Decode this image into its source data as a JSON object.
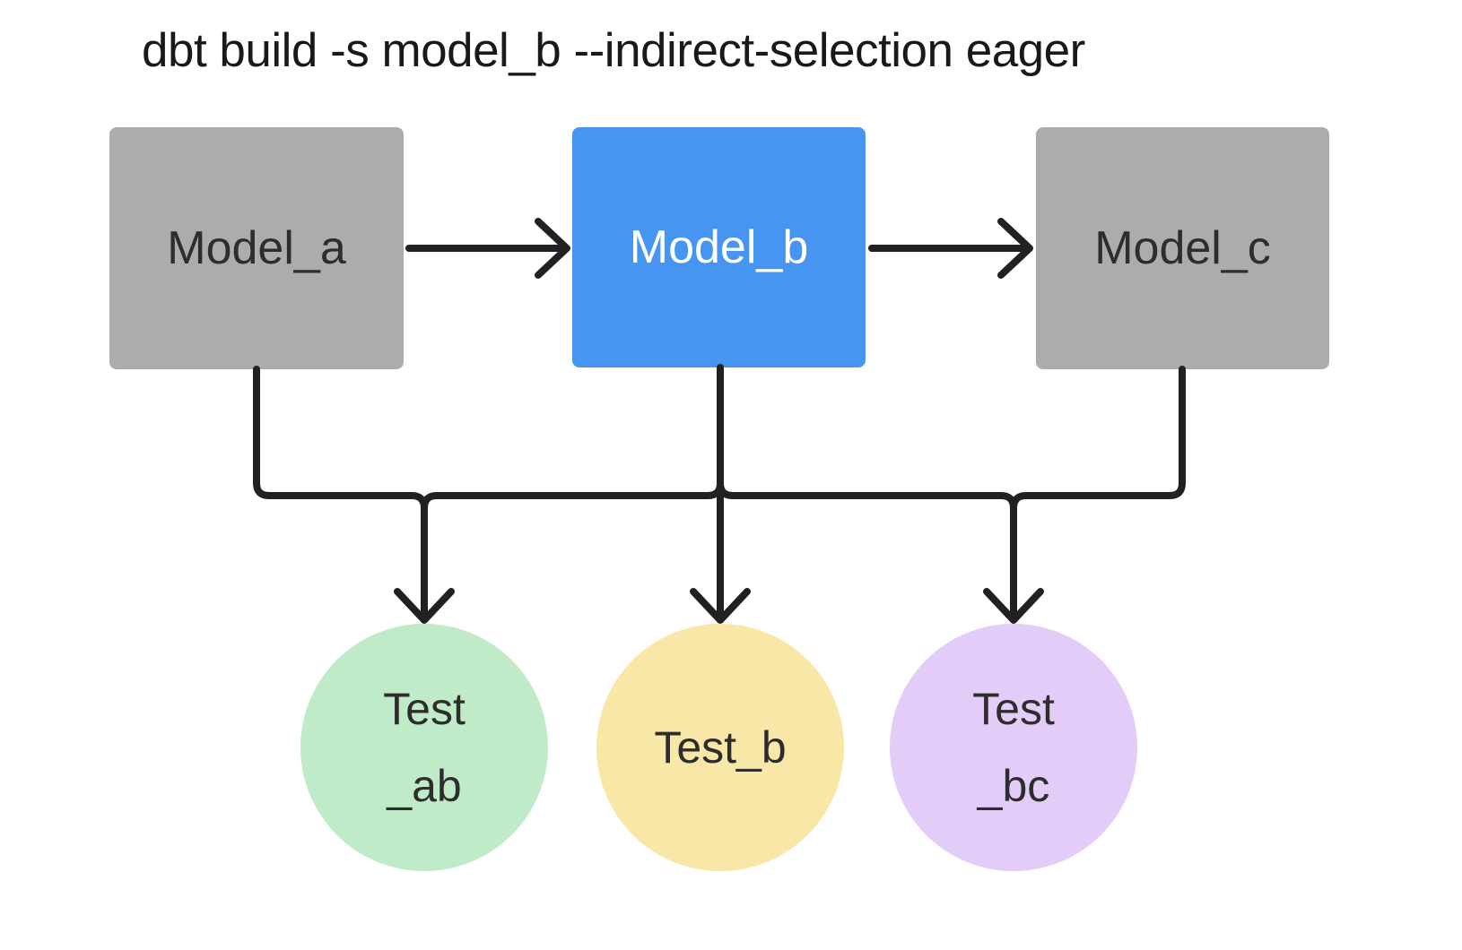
{
  "title": "dbt build -s model_b --indirect-selection eager",
  "nodes": {
    "model_a": {
      "label": "Model_a",
      "type": "model",
      "state": "indirectly-selected"
    },
    "model_b": {
      "label": "Model_b",
      "type": "model",
      "state": "selected"
    },
    "model_c": {
      "label": "Model_c",
      "type": "model",
      "state": "indirectly-selected"
    },
    "test_ab": {
      "label": "Test\n_ab",
      "type": "test"
    },
    "test_b": {
      "label": "Test_b",
      "type": "test"
    },
    "test_bc": {
      "label": "Test\n_bc",
      "type": "test"
    }
  },
  "edges": [
    {
      "from": "Model_a",
      "to": "Model_b",
      "style": "arrow"
    },
    {
      "from": "Model_b",
      "to": "Model_c",
      "style": "arrow"
    },
    {
      "from": "Model_a",
      "to": "Test_ab",
      "style": "shared-bus-arrow"
    },
    {
      "from": "Model_b",
      "to": "Test_b",
      "style": "shared-bus-arrow"
    },
    {
      "from": "Model_c",
      "to": "Test_bc",
      "style": "shared-bus-arrow"
    }
  ],
  "colors": {
    "background": "#ffffff",
    "title_text": "#191919",
    "model_default": "#acacac",
    "model_selected": "#4695f0",
    "test_ab": "#bfebc9",
    "test_b": "#f8e7a6",
    "test_bc": "#e3cdf8",
    "edge": "#212121",
    "node_text_dark": "#2d2d2d",
    "node_text_light": "#ffffff"
  }
}
